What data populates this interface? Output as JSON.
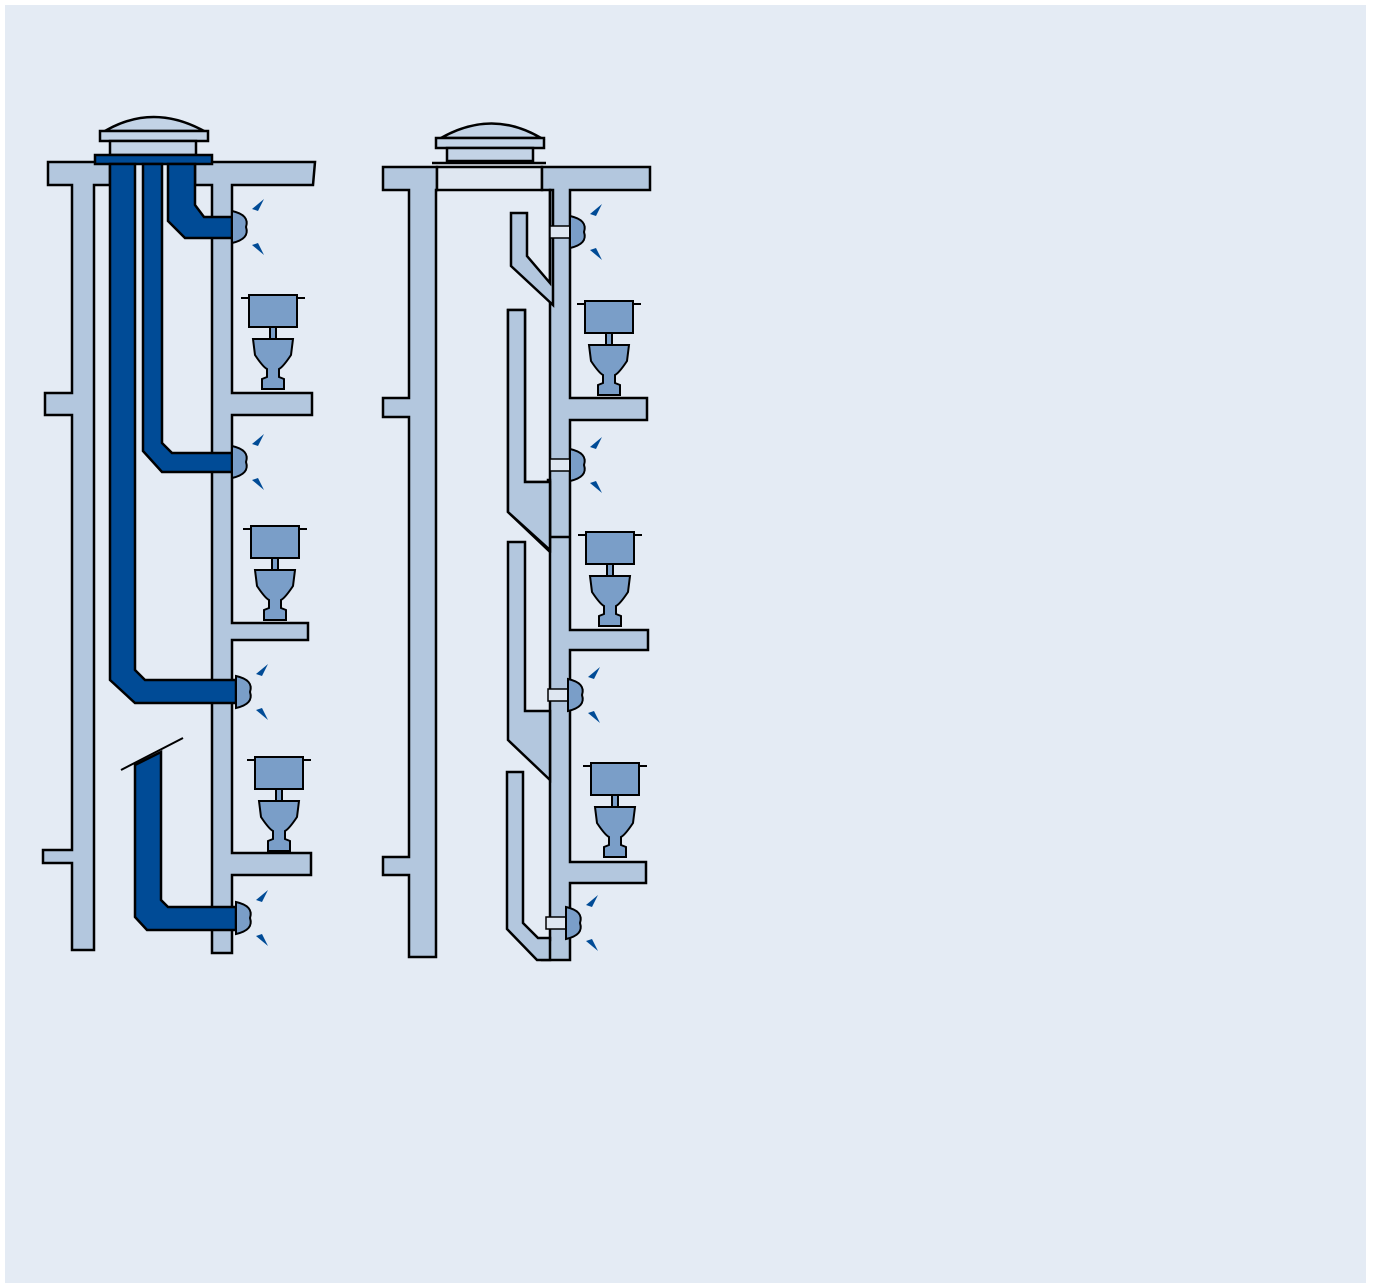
{
  "colors": {
    "background": "#e4ebf4",
    "wall": "#b3c7de",
    "duct_dark": "#004b96",
    "fixture": "#7a9ec8",
    "dome": "#c3d3e6",
    "arrow": "#004b96",
    "light_fill": "#dfe7f1",
    "outline": "#000000"
  },
  "diagrams": [
    {
      "name": "individual-ducts-system",
      "floors": 4,
      "ducts": 4
    },
    {
      "name": "shared-shaft-system",
      "floors": 4,
      "offsets": 4
    }
  ],
  "icons": [
    "dome-vent-icon",
    "toilet-icon",
    "ceiling-vent-icon",
    "airflow-arrow-icon"
  ]
}
